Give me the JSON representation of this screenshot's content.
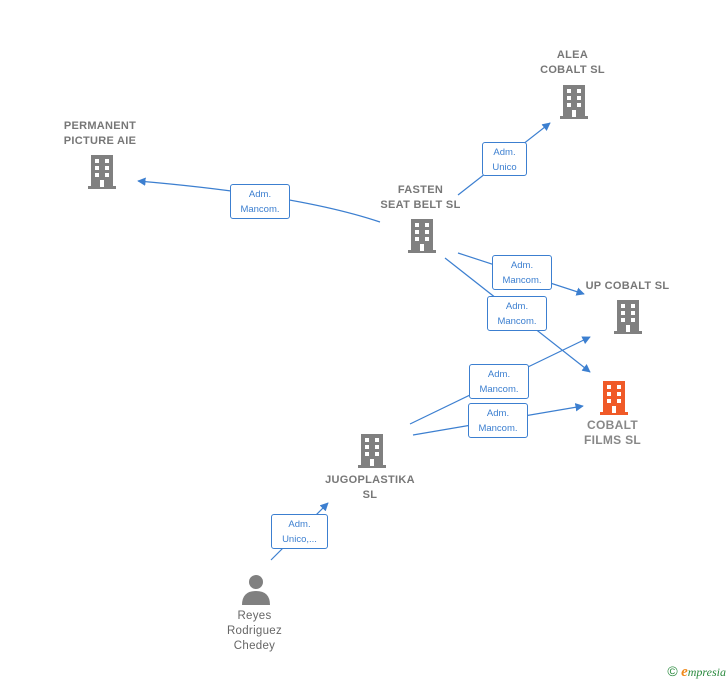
{
  "nodes": {
    "alea": {
      "label": "ALEA\nCOBALT  SL"
    },
    "permanent": {
      "label": "PERMANENT\nPICTURE  AIE"
    },
    "fasten": {
      "label": "FASTEN\nSEAT BELT SL"
    },
    "upcobalt": {
      "label": "UP COBALT  SL"
    },
    "cobaltfilms": {
      "label": "COBALT\nFILMS  SL"
    },
    "jugoplastika": {
      "label": "JUGOPLASTIKA\nSL"
    },
    "reyes": {
      "label": "Reyes\nRodriguez\nChedey"
    }
  },
  "edges": {
    "fasten_alea": {
      "label": "Adm.\nUnico"
    },
    "fasten_permanent": {
      "label": "Adm.\nMancom."
    },
    "fasten_upcobalt": {
      "label": "Adm.\nMancom."
    },
    "fasten_cobaltfilms": {
      "label": "Adm.\nMancom."
    },
    "jugo_upcobalt": {
      "label": "Adm.\nMancom."
    },
    "jugo_cobaltfilms": {
      "label": "Adm.\nMancom."
    },
    "reyes_jugo": {
      "label": "Adm.\nUnico,..."
    }
  },
  "footer": {
    "copyright": "©",
    "brand_e": "e",
    "brand_rest": "mpresia"
  },
  "colors": {
    "edge": "#3c7fd0",
    "company": "#808080",
    "highlight": "#f05a28"
  }
}
